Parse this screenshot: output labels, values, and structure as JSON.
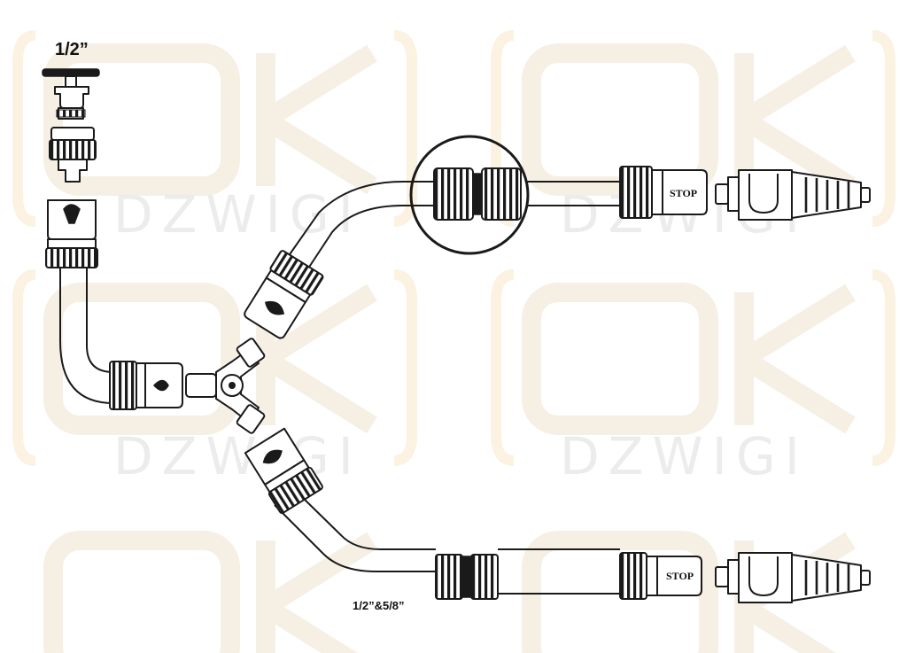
{
  "labels": {
    "tap_size": "1/2”",
    "hose_size": "1/2”&5/8”",
    "stop_top": "STOP",
    "stop_bottom": "STOP"
  },
  "watermark": {
    "brand": "OK",
    "text": "DZWIGI",
    "color": "#f5f0e8"
  },
  "colors": {
    "line": "#1a1a1a",
    "background": "#ffffff"
  }
}
